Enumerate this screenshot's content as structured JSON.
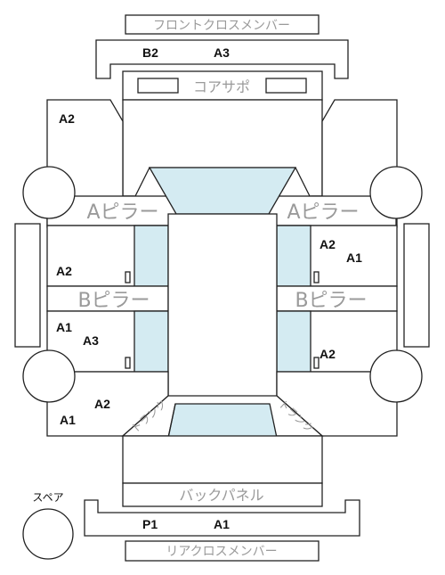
{
  "parts": {
    "front_cross_member": "フロントクロスメンバー",
    "core_support": "コアサポ",
    "a_pillar": "Aピラー",
    "b_pillar": "Bピラー",
    "trunk": "トランク",
    "back_panel": "バックパネル",
    "spare": "スペア",
    "rear_cross_member": "リアクロスメンバー"
  },
  "grades": {
    "front_member_1": "B2",
    "front_member_2": "A3",
    "front_left_fender": "A2",
    "left_front_door": "A2",
    "left_rear_door_1": "A1",
    "left_rear_door_2": "A3",
    "rear_left_1": "A2",
    "rear_left_2": "A1",
    "right_front_door_1": "A2",
    "right_front_door_2": "A1",
    "right_rear_door": "A2",
    "rear_member_1": "P1",
    "rear_member_2": "A1"
  }
}
